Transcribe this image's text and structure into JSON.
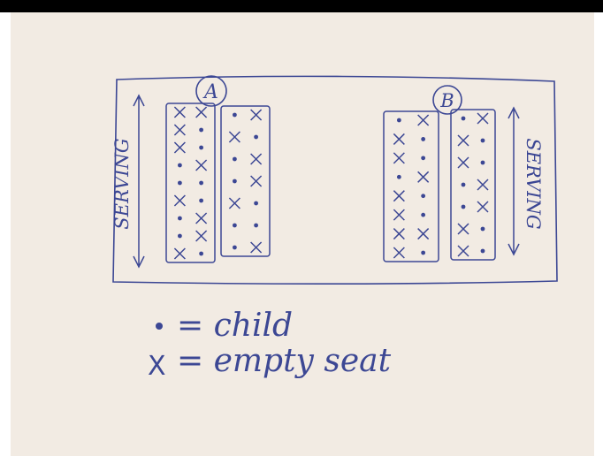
{
  "colors": {
    "ink": "#3c4794",
    "paper": "#f2ebe3",
    "paper_edge": "#e6ddd2",
    "frame": "#000000"
  },
  "diagram": {
    "serving_label": "SERVING",
    "sections": [
      {
        "id": "A",
        "label": "A",
        "tables": [
          {
            "rows": [
              [
                "x",
                "x"
              ],
              [
                "x",
                "o"
              ],
              [
                "x",
                "o"
              ],
              [
                "o",
                "x"
              ],
              [
                "o",
                "o"
              ],
              [
                "x",
                "o"
              ],
              [
                "o",
                "x"
              ],
              [
                "o",
                "x"
              ],
              [
                "x",
                "o"
              ]
            ]
          },
          {
            "rows": [
              [
                "o",
                "x"
              ],
              [
                "x",
                "o"
              ],
              [
                "o",
                "x"
              ],
              [
                "o",
                "x"
              ],
              [
                "x",
                "o"
              ],
              [
                "o",
                "o"
              ],
              [
                "o",
                "x"
              ]
            ]
          }
        ]
      },
      {
        "id": "B",
        "label": "B",
        "tables": [
          {
            "rows": [
              [
                "o",
                "x"
              ],
              [
                "x",
                "o"
              ],
              [
                "x",
                "o"
              ],
              [
                "o",
                "x"
              ],
              [
                "x",
                "o"
              ],
              [
                "x",
                "o"
              ],
              [
                "x",
                "x"
              ],
              [
                "x",
                "o"
              ]
            ]
          },
          {
            "rows": [
              [
                "o",
                "x"
              ],
              [
                "x",
                "o"
              ],
              [
                "x",
                "o"
              ],
              [
                "o",
                "x"
              ],
              [
                "o",
                "x"
              ],
              [
                "x",
                "o"
              ],
              [
                "x",
                "o"
              ]
            ]
          }
        ]
      }
    ],
    "legend": {
      "child_text": "= child",
      "empty_symbol": "X",
      "empty_text": "= empty seat"
    }
  }
}
